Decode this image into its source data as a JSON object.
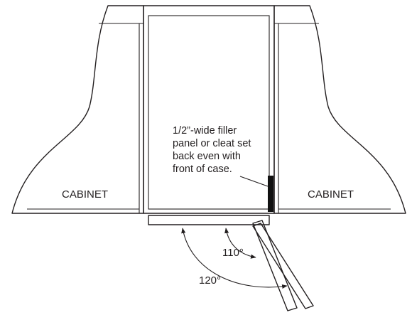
{
  "labels": {
    "cabinet_left": "CABINET",
    "cabinet_right": "CABINET",
    "filler_note": [
      "1/2”-wide filler",
      "panel or cleat set",
      "back even with",
      "front of case."
    ],
    "angle_110": "110°",
    "angle_120": "120°"
  },
  "colors": {
    "line": "#231f20",
    "filler_panel": "#111111",
    "background": "#ffffff"
  }
}
